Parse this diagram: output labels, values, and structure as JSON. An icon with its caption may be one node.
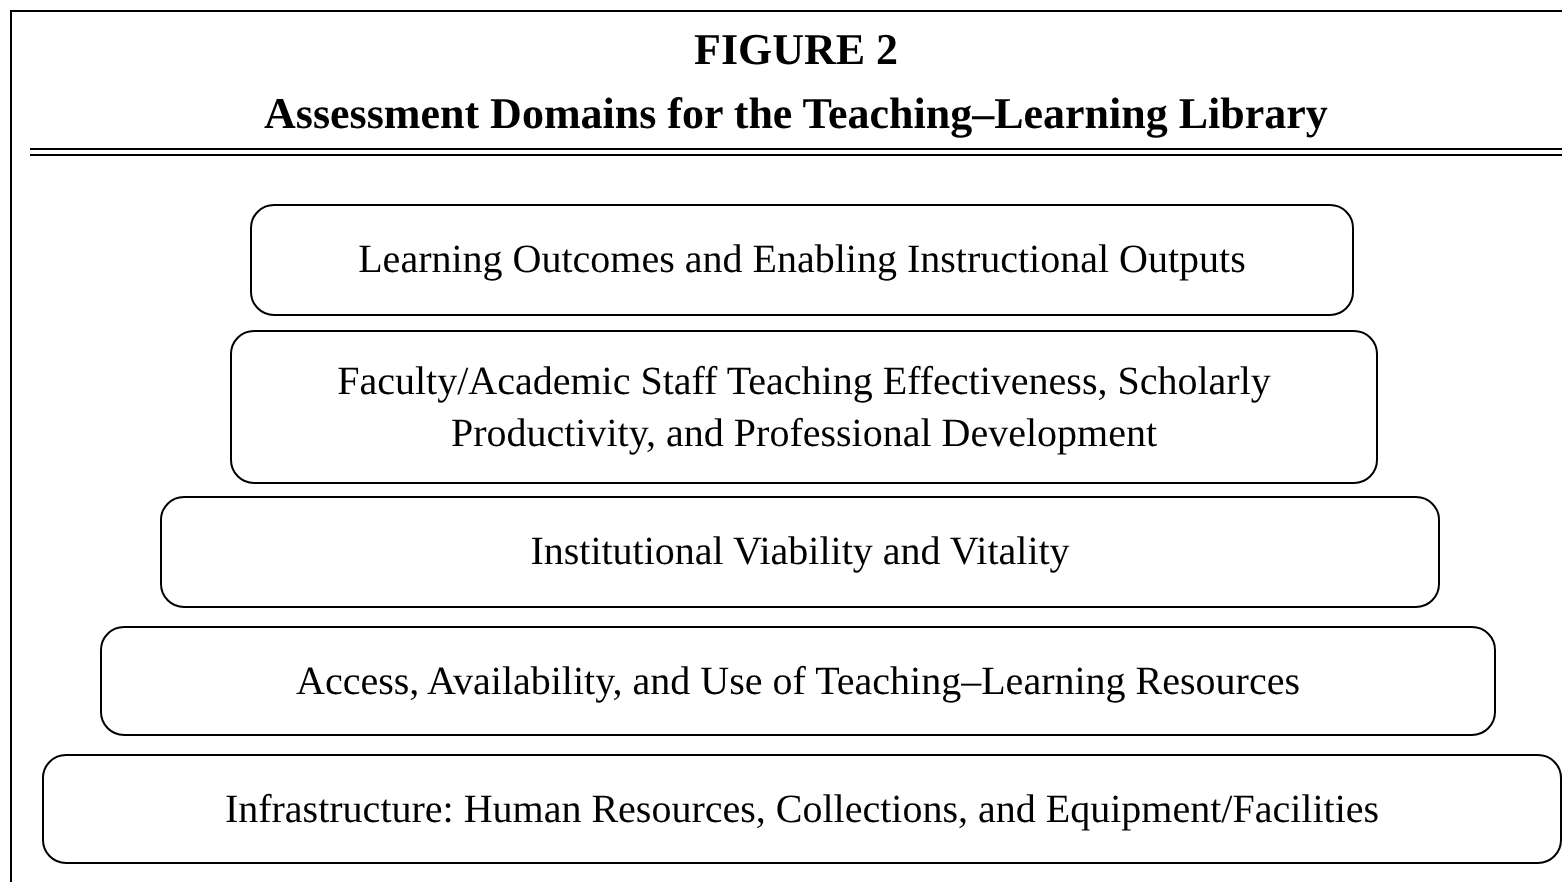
{
  "diagram": {
    "title": "Assessment Domains for the Teaching–Learning Library",
    "nodes": [
      {
        "text": [
          "Learning Outcomes and Enabling Instructional Outputs"
        ]
      },
      {
        "text": [
          "Faculty/Academic Staff Teaching Effectiveness, Scholarly Productivity, and Professional Development"
        ]
      },
      {
        "text": [
          "Institutional Viability and Vitality"
        ]
      },
      {
        "text": [
          "Access, Availability, and Use of Teaching–Learning Resources"
        ]
      },
      {
        "text": [
          "Infrastructure: Human Resources, Collections, and Equipment/Facilities"
        ]
      }
    ],
    "labels": [
      "FIGURE 2"
    ]
  }
}
